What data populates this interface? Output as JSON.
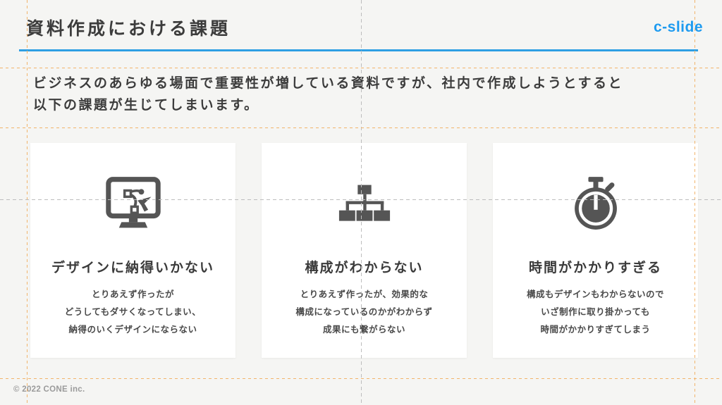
{
  "slide": {
    "title": "資料作成における課題",
    "brand": "c-slide",
    "intro": {
      "line1": "ビジネスのあらゆる場面で重要性が増している資料ですが、社内で作成しようとすると",
      "line2": "以下の課題が生じてしまいます。"
    },
    "footer": "© 2022 CONE inc."
  },
  "cards": [
    {
      "icon": "vector-design-monitor-icon",
      "title": "デザインに納得いかない",
      "lines": [
        "とりあえず作ったが",
        "どうしてもダサくなってしまい、",
        "納得のいくデザインにならない"
      ]
    },
    {
      "icon": "sitemap-icon",
      "title": "構成がわからない",
      "lines": [
        "とりあえず作ったが、効果的な",
        "構成になっているのかがわからず",
        "成果にも繋がらない"
      ]
    },
    {
      "icon": "stopwatch-icon",
      "title": "時間がかかりすぎる",
      "lines": [
        "構成もデザインもわからないので",
        "いざ制作に取り掛かっても",
        "時間がかかりすぎてしまう"
      ]
    }
  ],
  "colors": {
    "accent_blue": "#1E9BF0",
    "underline_blue": "#2E9FE3",
    "icon_gray": "#555555",
    "guide_orange": "#F2B46B",
    "guide_gray": "#BDBDBD",
    "background": "#F5F5F3",
    "card_background": "#FFFFFF",
    "text_dark": "#3C3C3C"
  }
}
